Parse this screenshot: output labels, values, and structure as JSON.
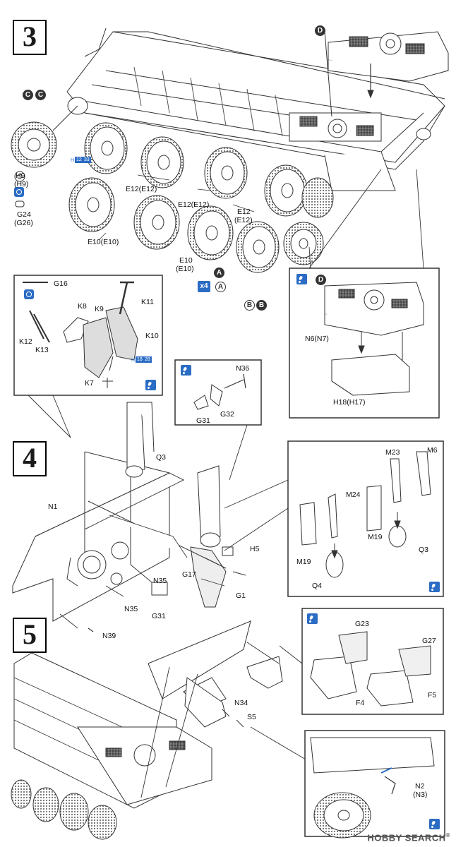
{
  "steps": {
    "s3": "3",
    "s4": "4",
    "s5": "5"
  },
  "markers": {
    "C": "C",
    "D": "D",
    "A": "A",
    "B": "B"
  },
  "multiplier": "x4",
  "badges": {
    "h_prefix": "H",
    "h12": "12",
    "h33": "33",
    "h18": "18",
    "h28": "28"
  },
  "labels": {
    "h9": "H9",
    "h9p": "(H9)",
    "g24": "G24",
    "g26p": "(G26)",
    "e12a": "E12(E12)",
    "e12b": "E12(E12)",
    "e12c": "E12",
    "e12cp": "(E12)",
    "e10a": "E10(E10)",
    "e10b": "E10",
    "e10bp": "(E10)",
    "n6": "N6(N7)",
    "h18": "H18(H17)",
    "g16": "G16",
    "k8": "K8",
    "k9": "K9",
    "k11": "K11",
    "k10": "K10",
    "k12": "K12",
    "k13": "K13",
    "k7": "K7",
    "n36": "N36",
    "g31a": "G31",
    "g32": "G32",
    "q3a": "Q3",
    "n1": "N1",
    "h5": "H5",
    "g17": "G17",
    "g1": "G1",
    "n35a": "N35",
    "n35b": "N35",
    "g31b": "G31",
    "n39": "N39",
    "m23": "M23",
    "m6": "M6",
    "m24": "M24",
    "m19a": "M19",
    "m19b": "M19",
    "q3b": "Q3",
    "q4": "Q4",
    "g23": "G23",
    "g27": "G27",
    "f4": "F4",
    "f5": "F5",
    "n34": "N34",
    "s5": "S5",
    "n2": "N2",
    "n3p": "(N3)"
  },
  "watermark": {
    "brand": "HOBBY SEARCH",
    "reg": "®"
  }
}
